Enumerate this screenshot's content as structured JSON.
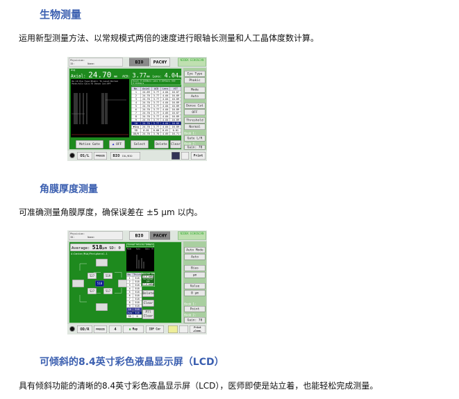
{
  "sections": [
    {
      "heading": "生物测量",
      "text": "运用新型测量方法、以常规模式两倍的速度进行眼轴长测量和人工晶体度数计算。"
    },
    {
      "heading": "角膜厚度测量",
      "text": "可准确测量角膜厚度，确保误差在 ±5 μm 以内。"
    },
    {
      "heading": "可倾斜的8.4英寸彩色液晶显示屏（LCD）",
      "text": "具有倾斜功能的清晰的8.4英寸彩色液晶显示屏（LCD），医师即使是站立着，也能轻松完成测量。"
    }
  ],
  "device_common": {
    "physician": "Physician:",
    "id": "ID:",
    "name": "Name:",
    "tab_bio": "BIO",
    "tab_pachy": "PACHY",
    "logo": "NIDEK ECHOSCAN",
    "freeze": "FREEZE"
  },
  "bio": {
    "header_mode": "Avg",
    "axial_label": "Axial:",
    "axial_value": "24.70",
    "unit": "mm",
    "acd_label": "ACD:",
    "acd_value": "3.77",
    "lens_label": "Lens:",
    "lens_value": "4.04",
    "wave_info": "No.10 Eye Type:Phakic  Th.Level:Normal  Mode:Auto  Gain:70  Dense Cat:OFF",
    "velocity": "Axial V:1550m/s  Lens V:1641m/s  ACD V:1532m/s",
    "table_head": [
      "No.",
      "Axial",
      "ACD",
      "Lens",
      "VIT"
    ],
    "rows": [
      [
        "1",
        "24.69",
        "3.77",
        "4.04",
        "16.87"
      ],
      [
        "2",
        "24.70",
        "3.77",
        "4.04",
        "16.89"
      ],
      [
        "3",
        "24.70",
        "3.77",
        "4.04",
        "16.89"
      ],
      [
        "4",
        "24.70",
        "3.77",
        "4.04",
        "16.89"
      ],
      [
        "5",
        "24.70",
        "3.77",
        "4.04",
        "16.89"
      ],
      [
        "6",
        "24.70",
        "3.77",
        "4.04",
        "16.89"
      ],
      [
        "7",
        "24.70",
        "3.77",
        "4.05",
        "16.87"
      ],
      [
        "8",
        "24.70",
        "3.77",
        "4.04",
        "16.89"
      ],
      [
        "9",
        "24.70",
        "3.77",
        "4.04",
        "16.89"
      ],
      [
        "10",
        "24.70",
        "3.77",
        "4.04",
        "16.89"
      ],
      [
        "▼Avg",
        "24.70",
        "3.77",
        "4.04",
        "16.89"
      ],
      [
        "SD",
        "0.01",
        "0.00",
        "0.01",
        "0.01"
      ],
      [
        "OD/R",
        "24.70",
        "3.78",
        "4.05",
        "16.71"
      ]
    ],
    "buttons": {
      "motion_gate": "Motion Gate",
      "off": "OFF",
      "select": "Select",
      "delete": "Delete",
      "clear": "Clear"
    },
    "side": [
      "Eye Type",
      "Phakic",
      "Mode",
      "Auto",
      "Dense Cat",
      "OFF",
      "Threshold",
      "Normal"
    ],
    "knob1_label": "Knob 1:",
    "knob1_value": "Gate L/R",
    "knob2_label": "Knob 2:",
    "knob2_value": "Gain: 70",
    "bottom": {
      "eye": "OS/L",
      "mode": "BIO",
      "iol": "IOL/BIO",
      "print": "Print"
    }
  },
  "pachy": {
    "avg_label": "Average:",
    "avg_value": "518",
    "unit": "µm",
    "sd_label": "SD:",
    "sd_value": "0",
    "map_label": "4:Center/Mid/Peripheral-1",
    "grid": {
      "ul": "527",
      "ur": "519",
      "center": "518",
      "ll": "527",
      "lr": "517"
    },
    "velocity": "Corneal Velocity 1640m/s",
    "graph_mode": "Mode",
    "graph_auto": "Auto",
    "graph_gain": "Gain: 70",
    "table_head": [
      "No.",
      "Thick"
    ],
    "rows": [
      [
        "1",
        "518"
      ],
      [
        "2",
        "518"
      ],
      [
        "3",
        "518"
      ],
      [
        "4",
        "518"
      ],
      [
        "5",
        "518"
      ],
      [
        "6",
        "518"
      ],
      [
        "7",
        "518"
      ],
      [
        "8",
        "518"
      ],
      [
        "9",
        "518"
      ],
      [
        "10",
        "518"
      ],
      [
        "Avg",
        "518"
      ],
      [
        "SD",
        "0"
      ]
    ],
    "iop": {
      "measured_label": "Measured IOP",
      "measured_value": "16.0 mmHg",
      "corrected_label": "Corrected IOP",
      "corrected_value": "17.6 mmHg"
    },
    "buttons": {
      "delete": "Delete",
      "clear": "Clear",
      "all_clear": "All Clear"
    },
    "side": [
      "Auto Mode",
      "Auto",
      "Bias",
      "µm",
      "Value",
      "0 µm"
    ],
    "knob1_label": "Knob 1:",
    "knob1_value": "Point",
    "knob2_label": "Knob 2:",
    "knob2_value": "Gain: 70",
    "bottom": {
      "eye": "OD/R",
      "count": "4",
      "map": "Map",
      "iop": "IOP Cor",
      "print": "Print +Comm."
    }
  }
}
